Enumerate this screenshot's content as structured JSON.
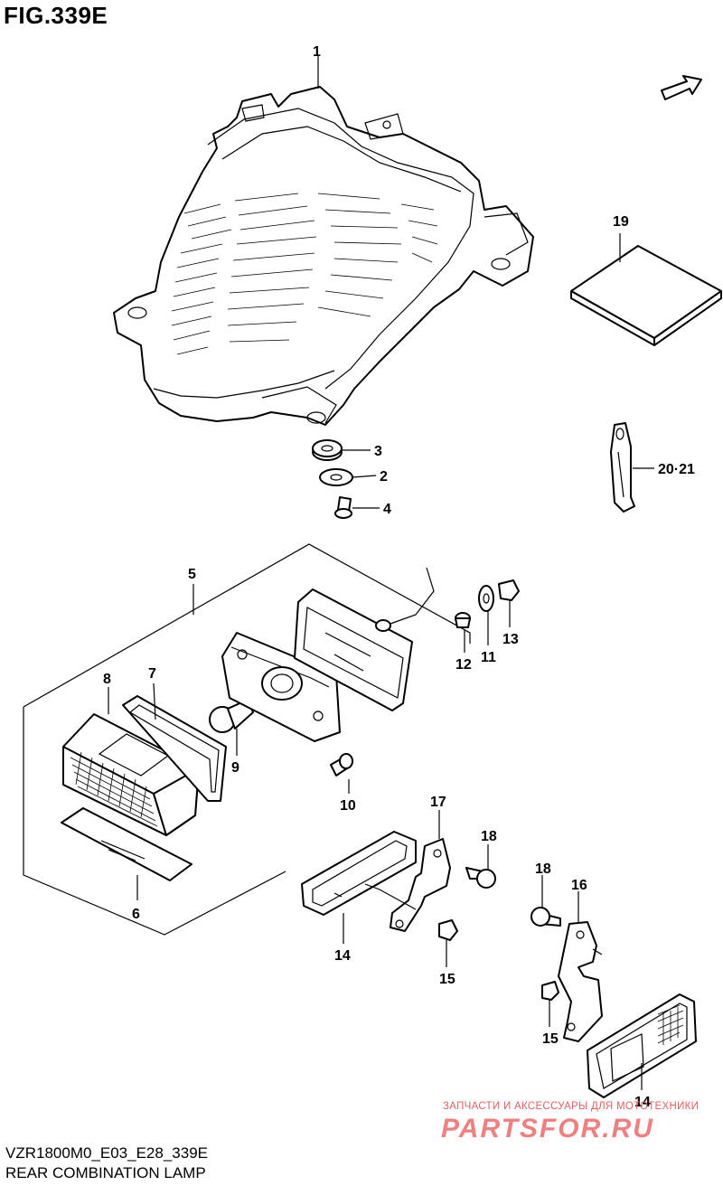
{
  "figure": {
    "title": "FIG.339E"
  },
  "callouts": {
    "c1": "1",
    "c2": "2",
    "c3": "3",
    "c4": "4",
    "c5": "5",
    "c6": "6",
    "c7": "7",
    "c8": "8",
    "c9": "9",
    "c10": "10",
    "c11": "11",
    "c12": "12",
    "c13": "13",
    "c14a": "14",
    "c14b": "14",
    "c15a": "15",
    "c15b": "15",
    "c16": "16",
    "c17": "17",
    "c18a": "18",
    "c18b": "18",
    "c19": "19",
    "c20_21": "20·21"
  },
  "footer": {
    "code": "VZR1800M0_E03_E28_339E",
    "name": "REAR COMBINATION LAMP"
  },
  "watermark": {
    "tagline": "ЗАПЧАСТИ И АКСЕССУАРЫ ДЛЯ МОТОТЕХНИКИ",
    "brand": "PARTSFOR.RU"
  }
}
